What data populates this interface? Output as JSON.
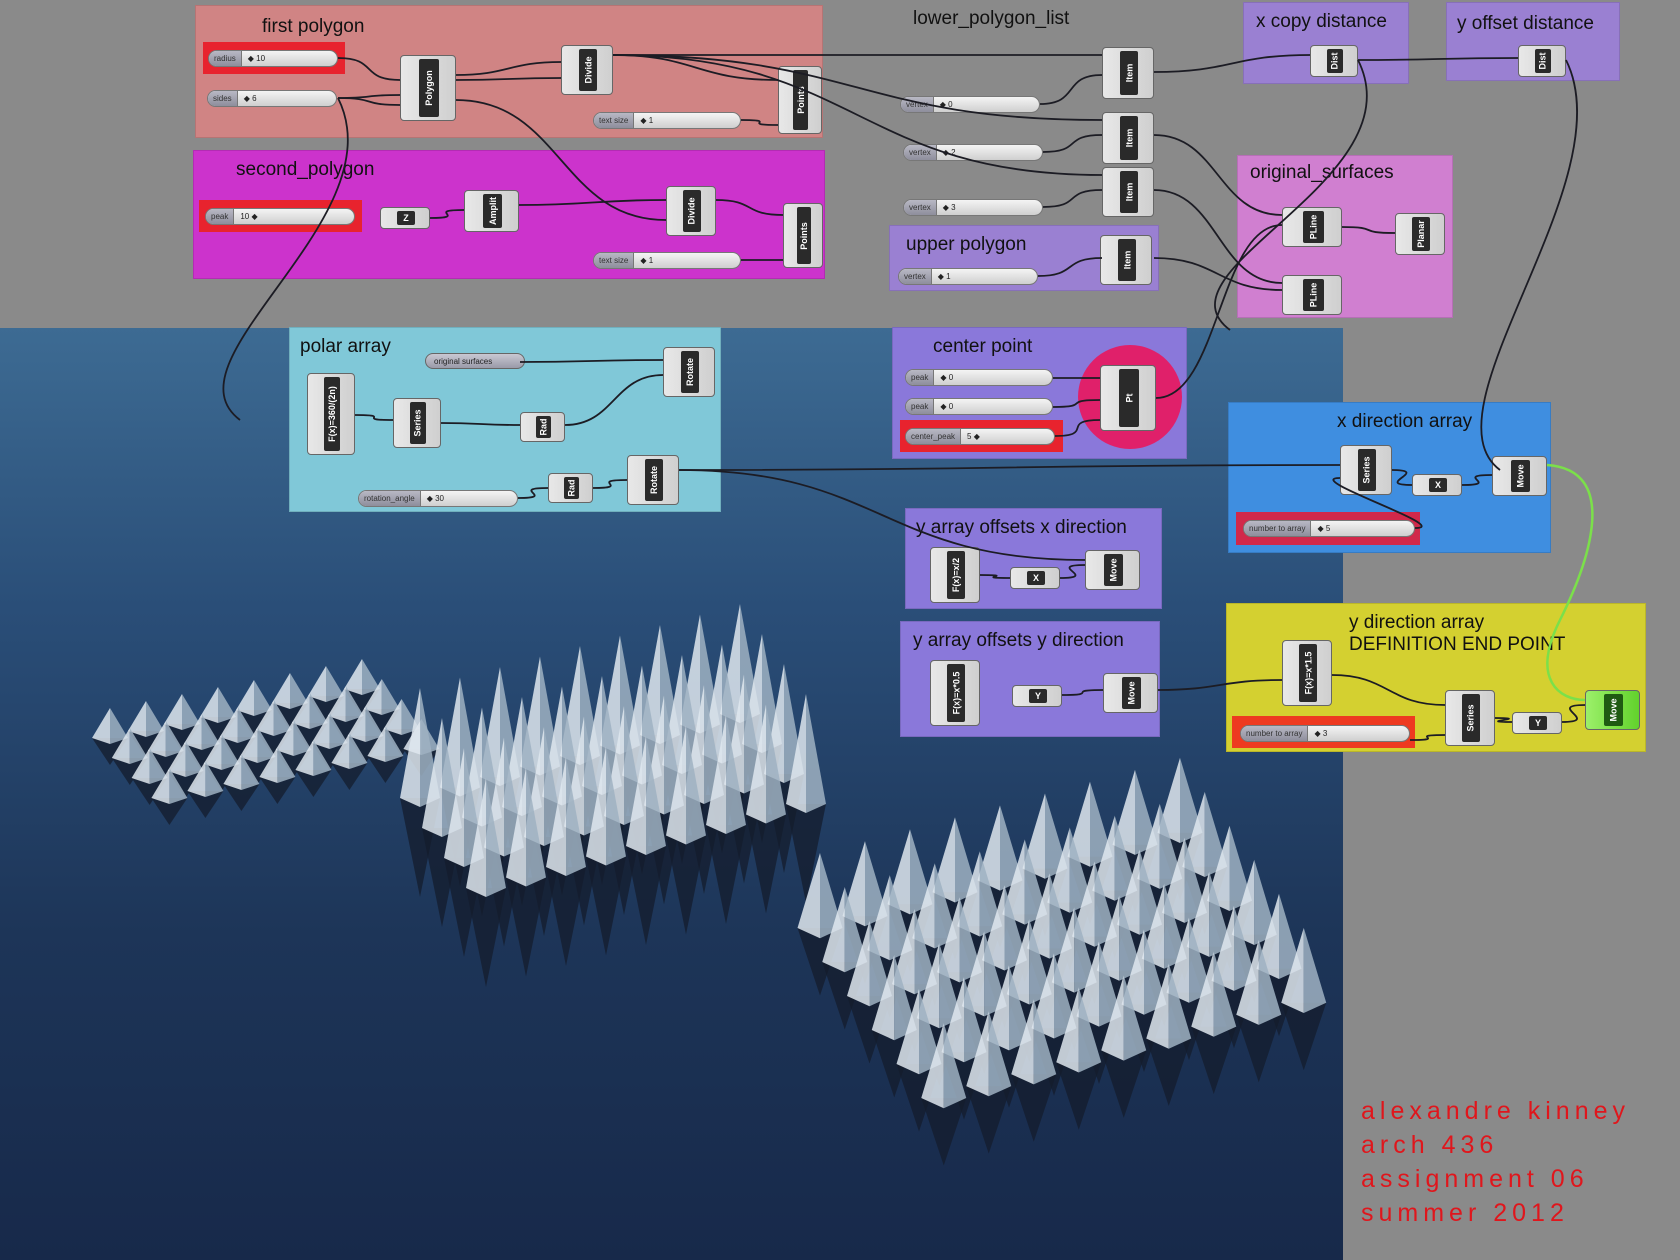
{
  "groups": {
    "first_polygon": {
      "title": "first polygon",
      "color": "#d08484"
    },
    "second_polygon": {
      "title": "second_polygon",
      "color": "#cc33cc"
    },
    "lower_polygon_list": {
      "title": "lower_polygon_list"
    },
    "x_copy_distance": {
      "title": "x copy distance",
      "color": "#9a80d2"
    },
    "y_offset_distance": {
      "title": "y offset distance",
      "color": "#9a80d2"
    },
    "original_surfaces": {
      "title": "original_surfaces",
      "color": "#d07fd0"
    },
    "upper_polygon": {
      "title": "upper polygon",
      "color": "#9a80d2"
    },
    "polar_array": {
      "title": "polar array",
      "color": "#80c8d8"
    },
    "center_point": {
      "title": "center point",
      "color": "#8a78da"
    },
    "x_direction_array": {
      "title": "x direction array",
      "color": "#3f8ee0"
    },
    "y_array_offsets_x": {
      "title": "y array offsets x direction",
      "color": "#8a78da"
    },
    "y_array_offsets_y": {
      "title": "y array offsets y direction",
      "color": "#8a78da"
    },
    "y_direction_array": {
      "title": "y direction array",
      "subtitle": "DEFINITION END POINT",
      "color": "#d4d030"
    }
  },
  "sliders": {
    "radius": {
      "label": "radius",
      "value": "◆ 10"
    },
    "sides": {
      "label": "sides",
      "value": "◆ 6"
    },
    "text_size_1": {
      "label": "text size",
      "value": "◆ 1"
    },
    "peak_second": {
      "label": "peak",
      "value": "10 ◆"
    },
    "text_size_2": {
      "label": "text size",
      "value": "◆ 1"
    },
    "vertex_0": {
      "label": "vertex",
      "value": "◆ 0"
    },
    "vertex_2": {
      "label": "vertex",
      "value": "◆ 2"
    },
    "vertex_3": {
      "label": "vertex",
      "value": "◆ 3"
    },
    "vertex_1": {
      "label": "vertex",
      "value": "◆ 1"
    },
    "rotation_angle": {
      "label": "rotation_angle",
      "value": "◆ 30"
    },
    "peak_x": {
      "label": "peak",
      "value": "◆ 0"
    },
    "peak_y": {
      "label": "peak",
      "value": "◆ 0"
    },
    "center_peak": {
      "label": "center_peak",
      "value": "5 ◆"
    },
    "number_to_array_x": {
      "label": "number to array",
      "value": "◆ 5"
    },
    "number_to_array_y": {
      "label": "number to array",
      "value": "◆ 3"
    }
  },
  "params": {
    "original_surfaces": "original surfaces"
  },
  "components": {
    "polygon": "Polygon",
    "divide_1": "Divide",
    "points_1": "Points",
    "z_vector": "Z",
    "amplitude": "Amplit",
    "divide_2": "Divide",
    "points_2": "Points",
    "item_0": "Item",
    "item_2": "Item",
    "item_3": "Item",
    "item_1": "Item",
    "dist_x": "Dist",
    "dist_y": "Dist",
    "pline_1": "PLine",
    "pline_2": "PLine",
    "planar": "Planar",
    "fx_polar": "F(x)=360/(2n)",
    "series_polar": "Series",
    "rad_1": "Rad",
    "rotate_1": "Rotate",
    "rad_2": "Rad",
    "rotate_2": "Rotate",
    "point": "Pt",
    "series_x": "Series",
    "x_vector_1": "X",
    "move_x": "Move",
    "fx_offset_x": "F(x)=x/2",
    "x_vector_2": "X",
    "move_offset_x": "Move",
    "fx_offset_y": "F(x)=x*0.5",
    "y_vector_1": "Y",
    "move_offset_y": "Move",
    "fx_y_array": "F(x)=x*1.5",
    "series_y": "Series",
    "y_vector_2": "Y",
    "move_final": "Move"
  },
  "credits": [
    "alexandre kinney",
    "arch 436",
    "assignment 06",
    "summer 2012"
  ],
  "colors": {
    "highlight_red": "#e8232e",
    "credit_red": "#e0161c",
    "end_green": "#7be04a"
  }
}
